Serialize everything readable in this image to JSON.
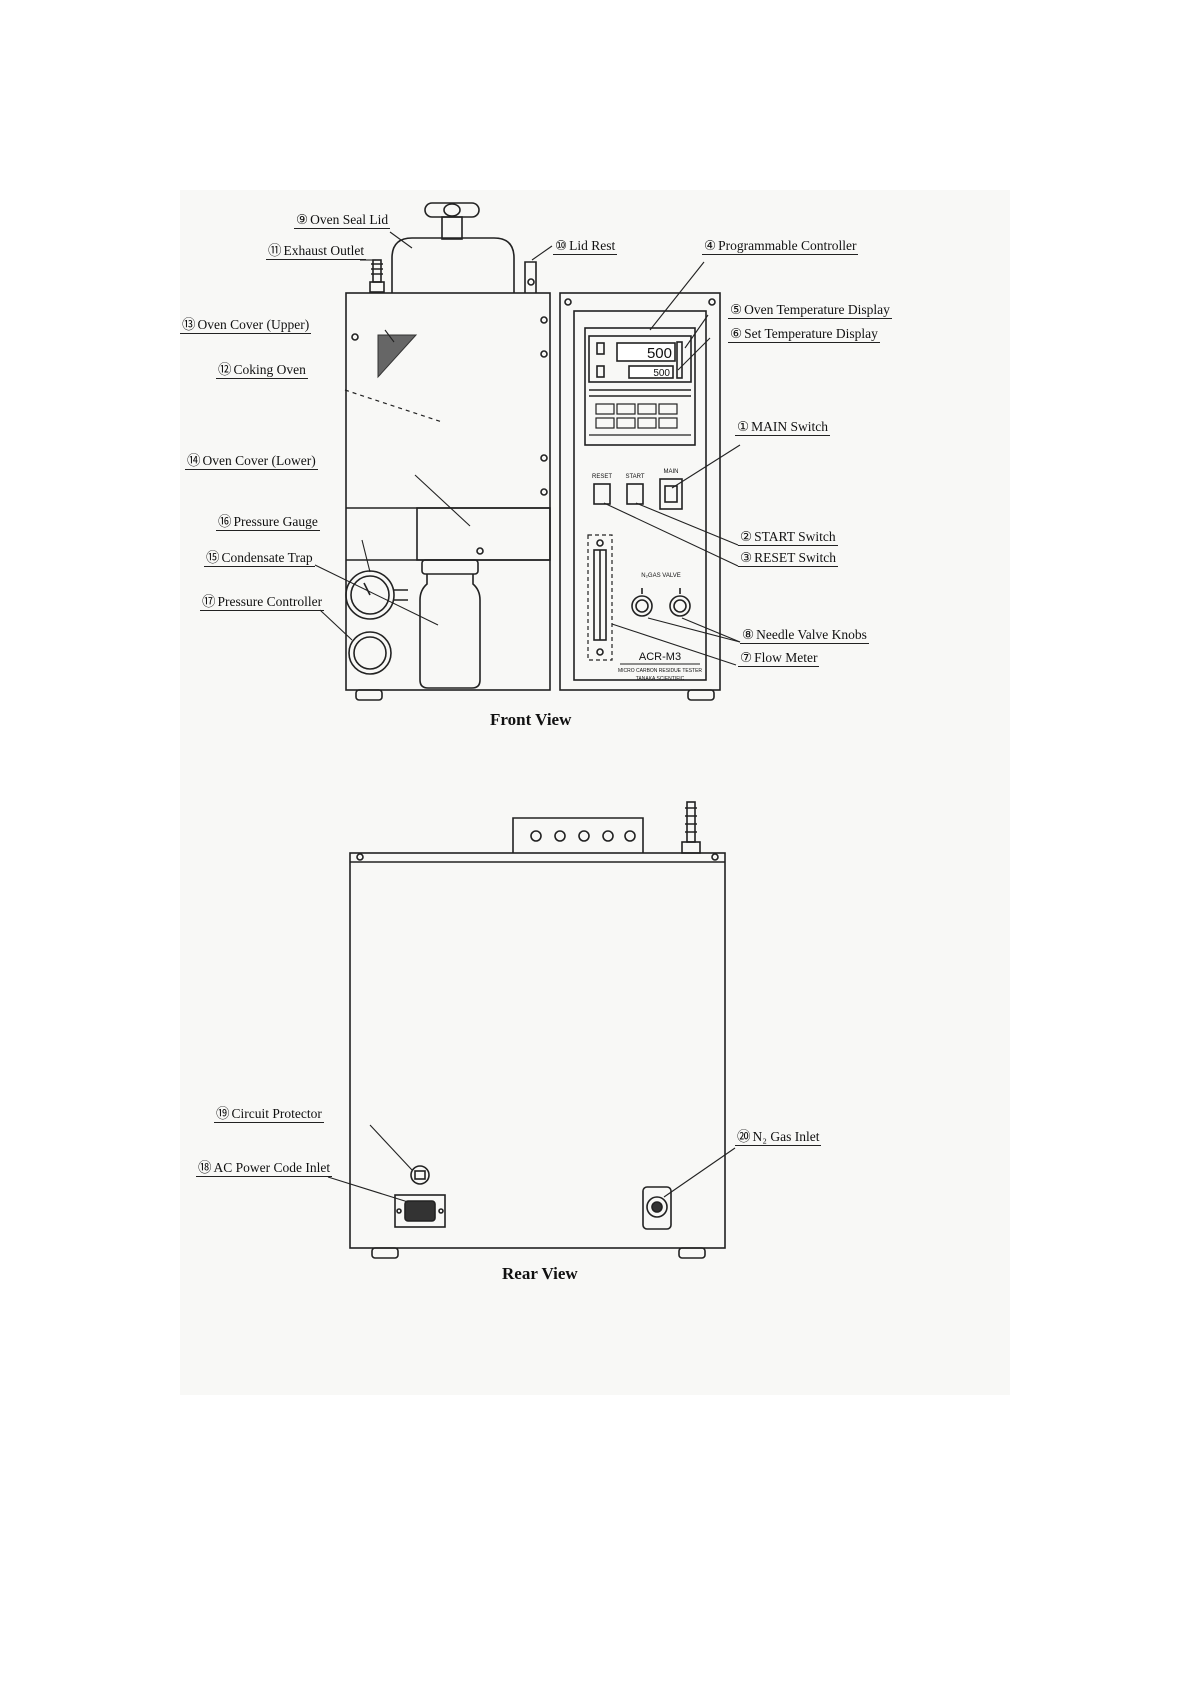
{
  "front_view": {
    "title": "Front View",
    "labels": [
      {
        "num": "⑨",
        "text": "Oven Seal Lid"
      },
      {
        "num": "⑪",
        "text": "Exhaust Outlet"
      },
      {
        "num": "⑩",
        "text": "Lid Rest"
      },
      {
        "num": "④",
        "text": "Programmable Controller"
      },
      {
        "num": "⑤",
        "text": "Oven Temperature Display"
      },
      {
        "num": "⑥",
        "text": "Set Temperature Display"
      },
      {
        "num": "⑬",
        "text": "Oven Cover (Upper)"
      },
      {
        "num": "⑫",
        "text": "Coking Oven"
      },
      {
        "num": "①",
        "text": "MAIN Switch"
      },
      {
        "num": "⑭",
        "text": "Oven Cover (Lower)"
      },
      {
        "num": "⑯",
        "text": "Pressure Gauge"
      },
      {
        "num": "⑮",
        "text": "Condensate Trap"
      },
      {
        "num": "②",
        "text": "START Switch"
      },
      {
        "num": "③",
        "text": "RESET Switch"
      },
      {
        "num": "⑰",
        "text": "Pressure Controller"
      },
      {
        "num": "⑧",
        "text": "Needle Valve Knobs"
      },
      {
        "num": "⑦",
        "text": "Flow Meter"
      }
    ],
    "panel": {
      "oven_temp": "500",
      "set_temp": "500",
      "reset_label": "RESET",
      "start_label": "START",
      "main_label": "MAIN",
      "gas_valve_label": "N₂GAS VALVE",
      "model": "ACR-M3",
      "product_name": "MICRO CARBON RESIDUE TESTER",
      "maker": "TANAKA SCIENTIFIC"
    }
  },
  "rear_view": {
    "title": "Rear View",
    "labels": [
      {
        "num": "⑲",
        "text": "Circuit Protector"
      },
      {
        "num": "⑳",
        "text": "N₂ Gas Inlet"
      },
      {
        "num": "⑱",
        "text": "AC Power Code Inlet"
      }
    ]
  }
}
